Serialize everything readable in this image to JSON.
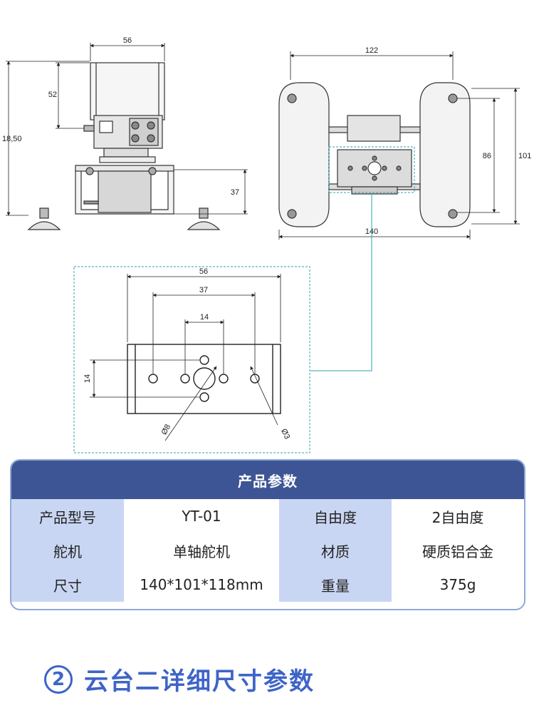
{
  "drawing": {
    "front_view": {
      "width_top": "56",
      "height_upper": "52",
      "height_total": "18,50",
      "height_base": "37"
    },
    "top_view": {
      "width_top": "122",
      "width_bottom": "140",
      "depth_inner": "86",
      "depth_outer": "101"
    },
    "bracket_detail": {
      "width_outer": "56",
      "hole_pitch_outer": "37",
      "hole_pitch_inner": "14",
      "height": "14",
      "center_diameter": "Ø8",
      "hole_diameter": "Ø3"
    }
  },
  "spec_table": {
    "title": "产品参数",
    "rows": [
      [
        "产品型号",
        "YT-01",
        "自由度",
        "2自由度"
      ],
      [
        "舵机",
        "单轴舵机",
        "材质",
        "硬质铝合金"
      ],
      [
        "尺寸",
        "140*101*118mm",
        "重量",
        "375g"
      ]
    ]
  },
  "section": {
    "number": "2",
    "title": "云台二详细尺寸参数"
  },
  "colors": {
    "header_bg": "#3e5595",
    "key_bg": "#c9d6f3",
    "accent": "#3e64c8",
    "border": "#8fa8d8"
  }
}
